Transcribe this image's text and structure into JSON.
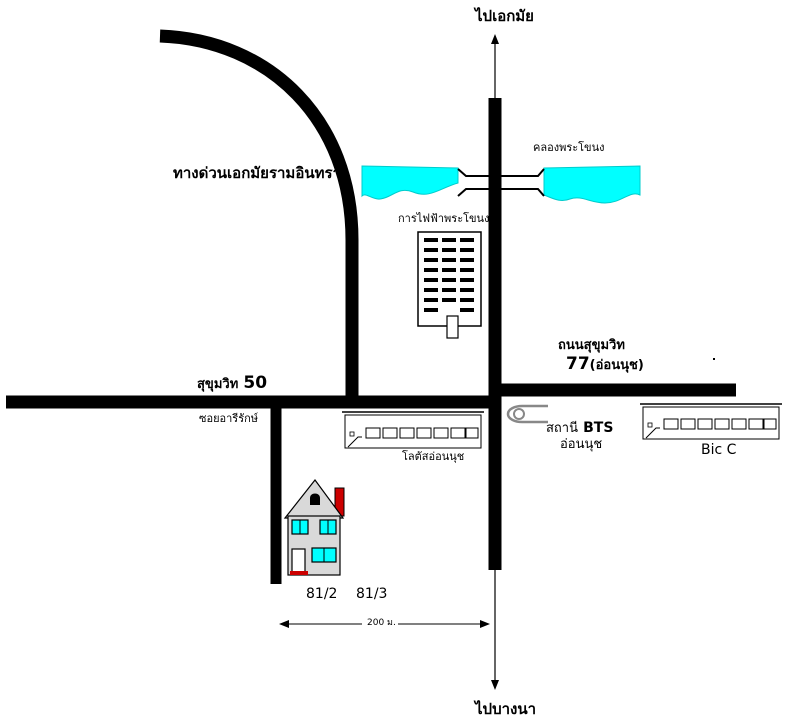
{
  "labels": {
    "north": "ไปเอกมัย",
    "south": "ไปบางนา",
    "expressway": "ทางด่วนเอกมัยรามอินทรา",
    "canal": "คลองพระโขนง",
    "power_authority": "การไฟฟ้าพระโขนง",
    "sukhumvit77_road": "ถนนสุขุมวิท",
    "sukhumvit77_num": "77",
    "sukhumvit77_paren": "(อ่อนนุช)",
    "sukhumvit50_road": "สุขุมวิท",
    "sukhumvit50_num": "50",
    "soi": "ซอยอารีรักษ์",
    "lotus": "โลตัสอ่อนนุช",
    "bts_station": "สถานี",
    "bts_brand": "BTS",
    "bts_name": "อ่อนนุช",
    "bigc": "Bic C",
    "house_a": "81/2",
    "house_b": "81/3",
    "distance": "200 ม."
  },
  "colors": {
    "road": "#000000",
    "water": "#00ffff",
    "window": "#00ffff",
    "chimney": "#dd0000",
    "house_wall": "#d9d9d9",
    "bts_icon": "#888888"
  },
  "icons": {
    "bts": "bts-station-icon",
    "house": "house-icon",
    "building": "office-building-icon"
  }
}
